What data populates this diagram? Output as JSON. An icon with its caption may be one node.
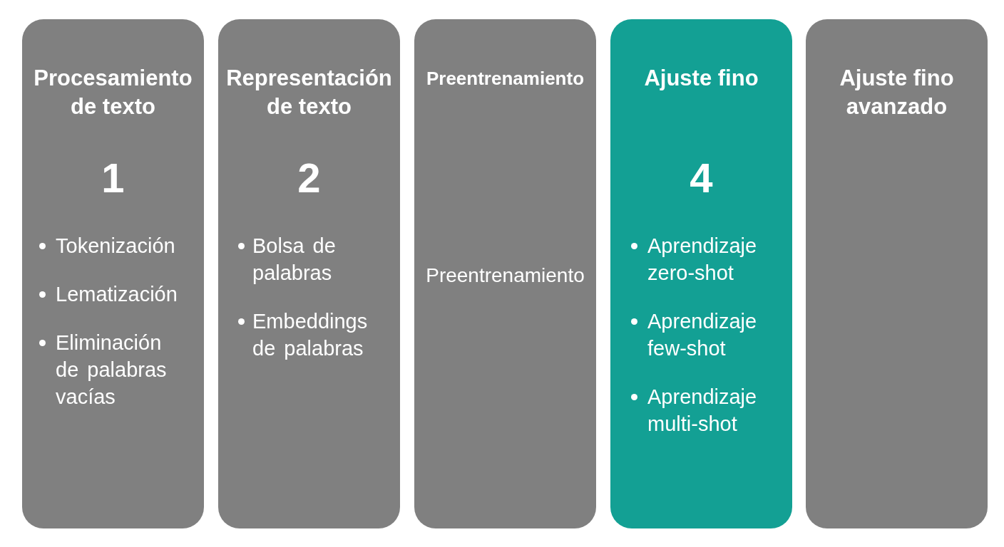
{
  "diagram": {
    "nodes": [
      {
        "text": [
          "Procesamiento de texto",
          "1",
          "Tokenización",
          "Lematización",
          "Eliminación de palabras vacías"
        ]
      },
      {
        "text": [
          "Representación de texto",
          "2",
          "Bolsa de palabras",
          "Embeddings de palabras"
        ]
      },
      {
        "text": [
          "Preentrenamiento",
          "Preentrenamiento"
        ]
      },
      {
        "text": [
          "Ajuste fino",
          "4",
          "Aprendizaje zero-shot",
          "Aprendizaje few-shot",
          "Aprendizaje multi-shot"
        ]
      },
      {
        "text": [
          "Ajuste fino avanzado"
        ]
      }
    ]
  }
}
